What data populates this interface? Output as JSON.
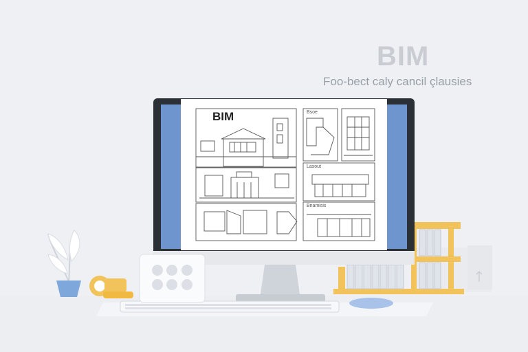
{
  "hero": {
    "title": "BIM",
    "subtitle": "Foo-bect caly cancil çlausies"
  },
  "screen": {
    "sheet_title": "BIM",
    "panel_labels": [
      "Bsoe",
      "Lasout",
      "Bnamisis"
    ]
  },
  "colors": {
    "background": "#eef0f4",
    "monitor_frame": "#2b2f36",
    "screen_accent": "#6f95cf",
    "shelf_yellow": "#f2c35a",
    "mouse_blue": "#a9c2ea",
    "vase_blue": "#7ea7dc"
  },
  "icons": {
    "plant": "plant-icon",
    "vase": "vase-icon",
    "tape_roll": "tape-roll-icon",
    "speaker": "speaker-icon",
    "keyboard": "keyboard-icon",
    "mouse": "mouse-icon",
    "shelf": "shelf-icon"
  }
}
